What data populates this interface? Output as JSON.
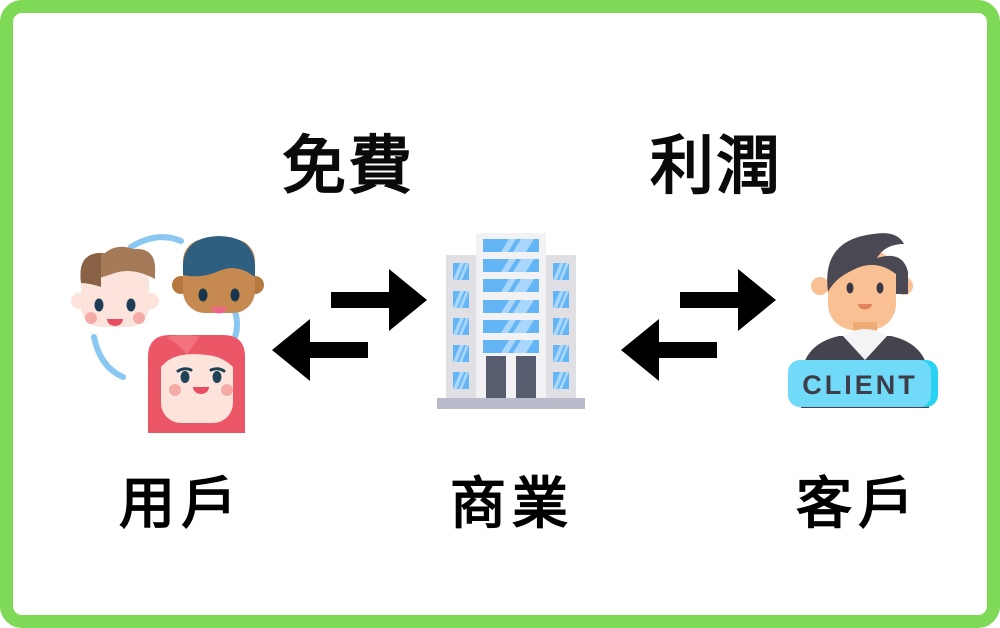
{
  "canvas": {
    "background": "#FFFFFF",
    "border_color": "#7ED957"
  },
  "diagram": {
    "edge_labels": {
      "free": "免費",
      "profit": "利潤"
    },
    "nodes": {
      "users": {
        "label": "用戶",
        "icon": "people-circle-icon"
      },
      "business": {
        "label": "商業",
        "icon": "office-building-icon"
      },
      "client": {
        "label": "客戶",
        "icon": "client-person-icon",
        "badge": "CLIENT"
      }
    },
    "arrows": {
      "style": "bidirectional",
      "color": "#000000",
      "pairs": [
        {
          "between": [
            "users",
            "business"
          ],
          "label": "免費"
        },
        {
          "between": [
            "business",
            "client"
          ],
          "label": "利潤"
        }
      ]
    }
  },
  "colors": {
    "border_green": "#7ED957",
    "arrow_black": "#000000",
    "label_black": "#000000",
    "arc_blue": "#8AC7F2",
    "window_blue": "#64B5F6",
    "window_highlight": "#A9D7FB",
    "building_tower": "#F2F2F5",
    "building_wing": "#DFDFE4",
    "building_base": "#B9BACA",
    "door_gray": "#575C6E",
    "badge_cyan": "#70DAF8",
    "badge_cyan_dark": "#29D2F1",
    "badge_text": "#3E3D47",
    "skin_light": "#FCE3DB",
    "skin_tan": "#C6894F",
    "skin_client": "#F9C193",
    "hair_brown": "#A57A58",
    "hair_blue": "#2E5F80",
    "hair_pink": "#EC5767",
    "hair_dark_gray": "#4A4853",
    "shirt_dark": "#45434E"
  }
}
